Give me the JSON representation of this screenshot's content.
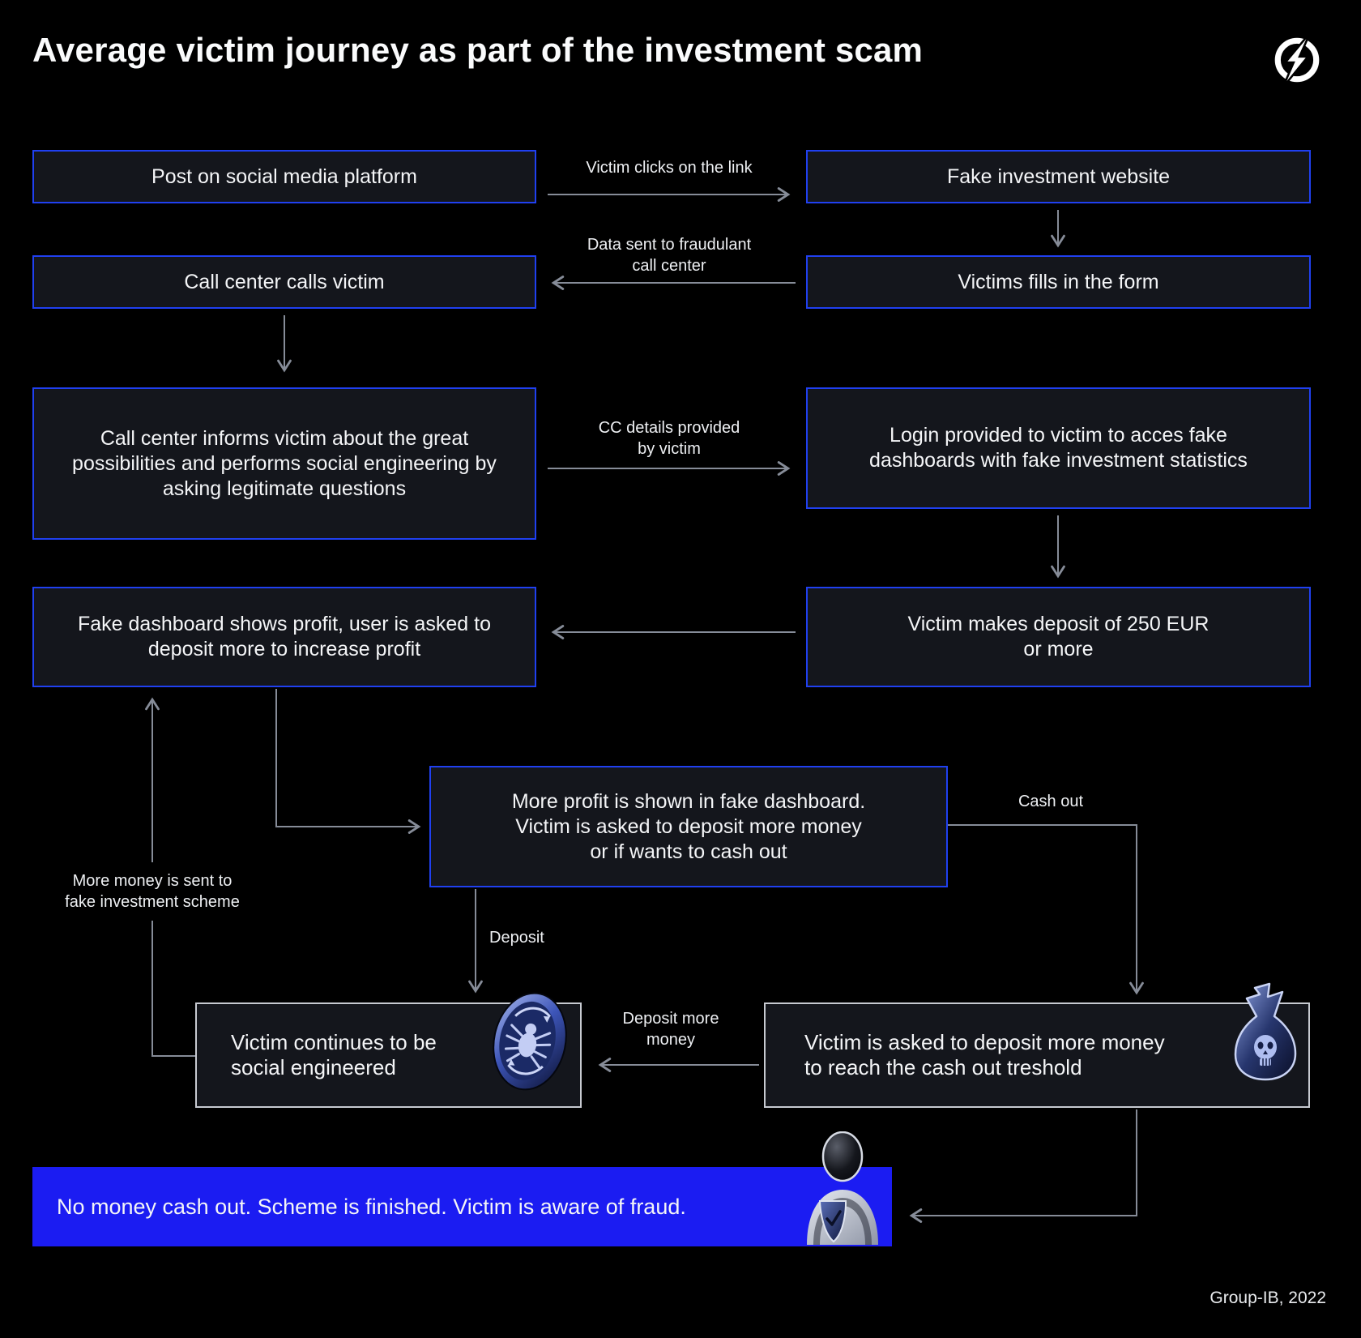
{
  "header": {
    "title": "Average victim journey as part of the investment scam",
    "logo": "group-ib-logo"
  },
  "footer": {
    "credit": "Group-IB, 2022"
  },
  "nodes": {
    "post_social": "Post on social media platform",
    "fake_website": "Fake investment website",
    "call_center_calls": "Call center calls victim",
    "victim_fills_form": "Victims fills in the form",
    "call_center_informs": "Call center informs victim about the great possibilities and performs social engineering by asking legitimate questions",
    "login_provided": "Login provided to victim to acces fake dashboards with fake investment statistics",
    "fake_dashboard_profit": "Fake dashboard shows profit, user is asked to deposit more to increase profit",
    "victim_deposit_250": "Victim makes deposit of 250 EUR\nor more",
    "more_profit_shown": "More profit is shown in fake dashboard.\nVictim is asked to deposit more money\nor if wants to cash out",
    "victim_continues_se": "Victim continues to be\nsocial engineered",
    "deposit_more_threshold": "Victim is asked to deposit more money\nto reach the cash out treshold",
    "scheme_finished": "No money cash out. Scheme is finished. Victim is aware of fraud."
  },
  "edge_labels": {
    "victim_clicks": "Victim clicks on the link",
    "data_sent": "Data sent to fraudulant\ncall center",
    "cc_details": "CC details provided\nby victim",
    "more_money_sent": "More money is sent to\nfake investment scheme",
    "deposit": "Deposit",
    "cash_out": "Cash out",
    "deposit_more_money": "Deposit more\nmoney"
  },
  "icons": {
    "logo": "group-ib-circle-bolt",
    "spider_coin": "spider-coin-icon",
    "skull_moneybag": "skull-moneybag-icon",
    "victim_person": "victim-shield-person-icon"
  },
  "colors": {
    "background": "#000000",
    "node_fill": "#14161c",
    "node_border_blue": "#2040f0",
    "node_border_gray": "#c7cad1",
    "highlight_fill_blue": "#1b1cf2",
    "arrow_gray": "#868c98",
    "text": "#f4f5f7"
  }
}
